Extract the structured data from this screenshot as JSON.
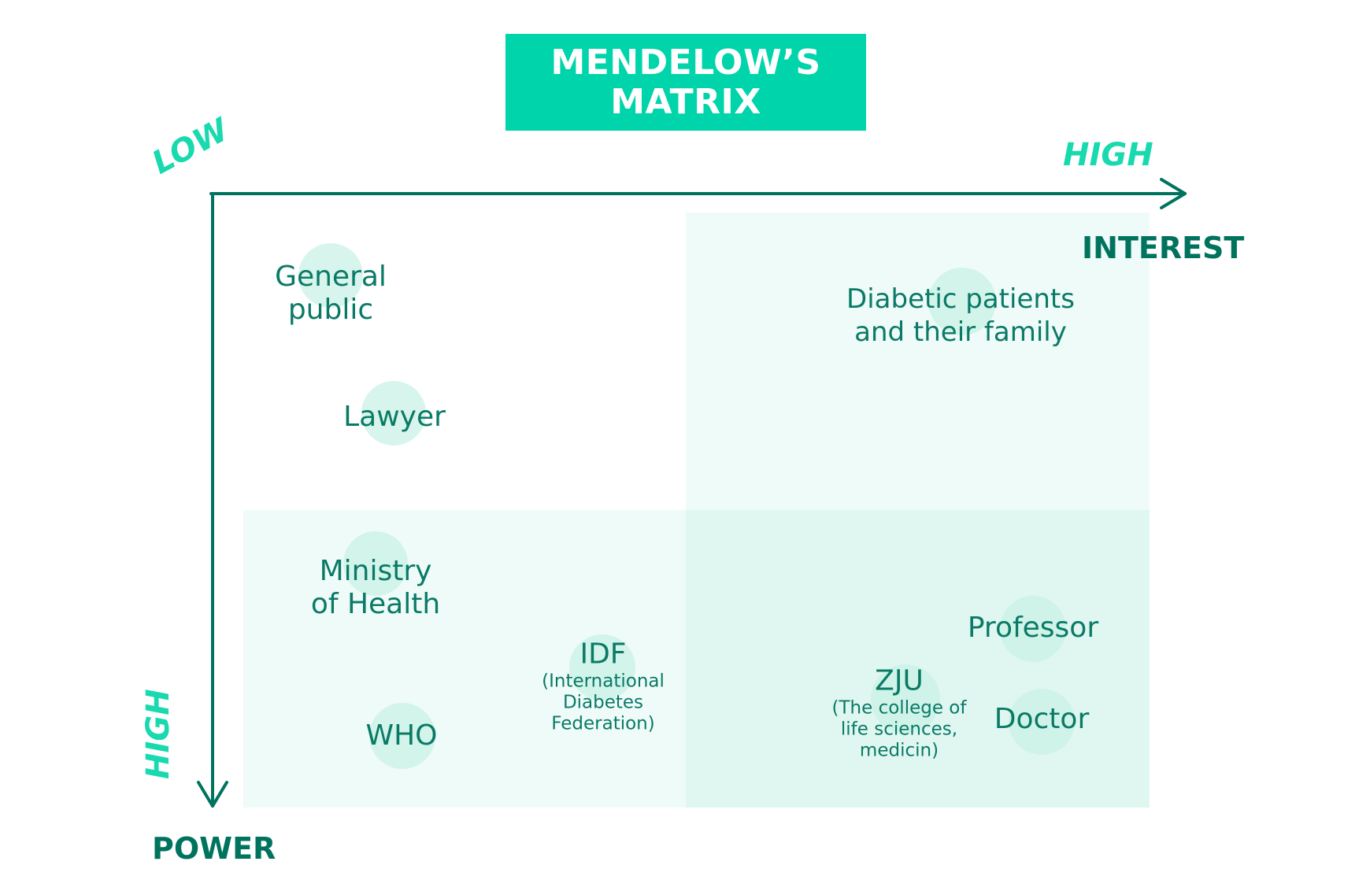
{
  "title": {
    "line1": "MENDELOW’S",
    "line2": "MATRIX"
  },
  "axes": {
    "origin_label": "LOW",
    "x_high_label": "HIGH",
    "x_title": "INTEREST",
    "y_high_label": "HIGH",
    "y_title": "POWER"
  },
  "stakeholders": {
    "general_public": {
      "line1": "General",
      "line2": "public"
    },
    "lawyer": {
      "name": "Lawyer"
    },
    "diabetic_patients": {
      "line1": "Diabetic patients",
      "line2": "and their family"
    },
    "ministry_of_health": {
      "line1": "Ministry",
      "line2": "of Health"
    },
    "who": {
      "name": "WHO"
    },
    "idf": {
      "name": "IDF",
      "sub1": "(International",
      "sub2": "Diabetes",
      "sub3": "Federation)"
    },
    "zju": {
      "name": "ZJU",
      "sub1": "(The college of",
      "sub2": "life sciences,",
      "sub3": "medicin)"
    },
    "professor": {
      "name": "Professor"
    },
    "doctor": {
      "name": "Doctor"
    }
  },
  "colors": {
    "accent": "#00d4ab",
    "axis": "#00735f",
    "text": "#0a7a67",
    "quadrant_light": "#effbf8",
    "quadrant_mid": "#dff7f0",
    "blob": "#c9f2e6"
  }
}
